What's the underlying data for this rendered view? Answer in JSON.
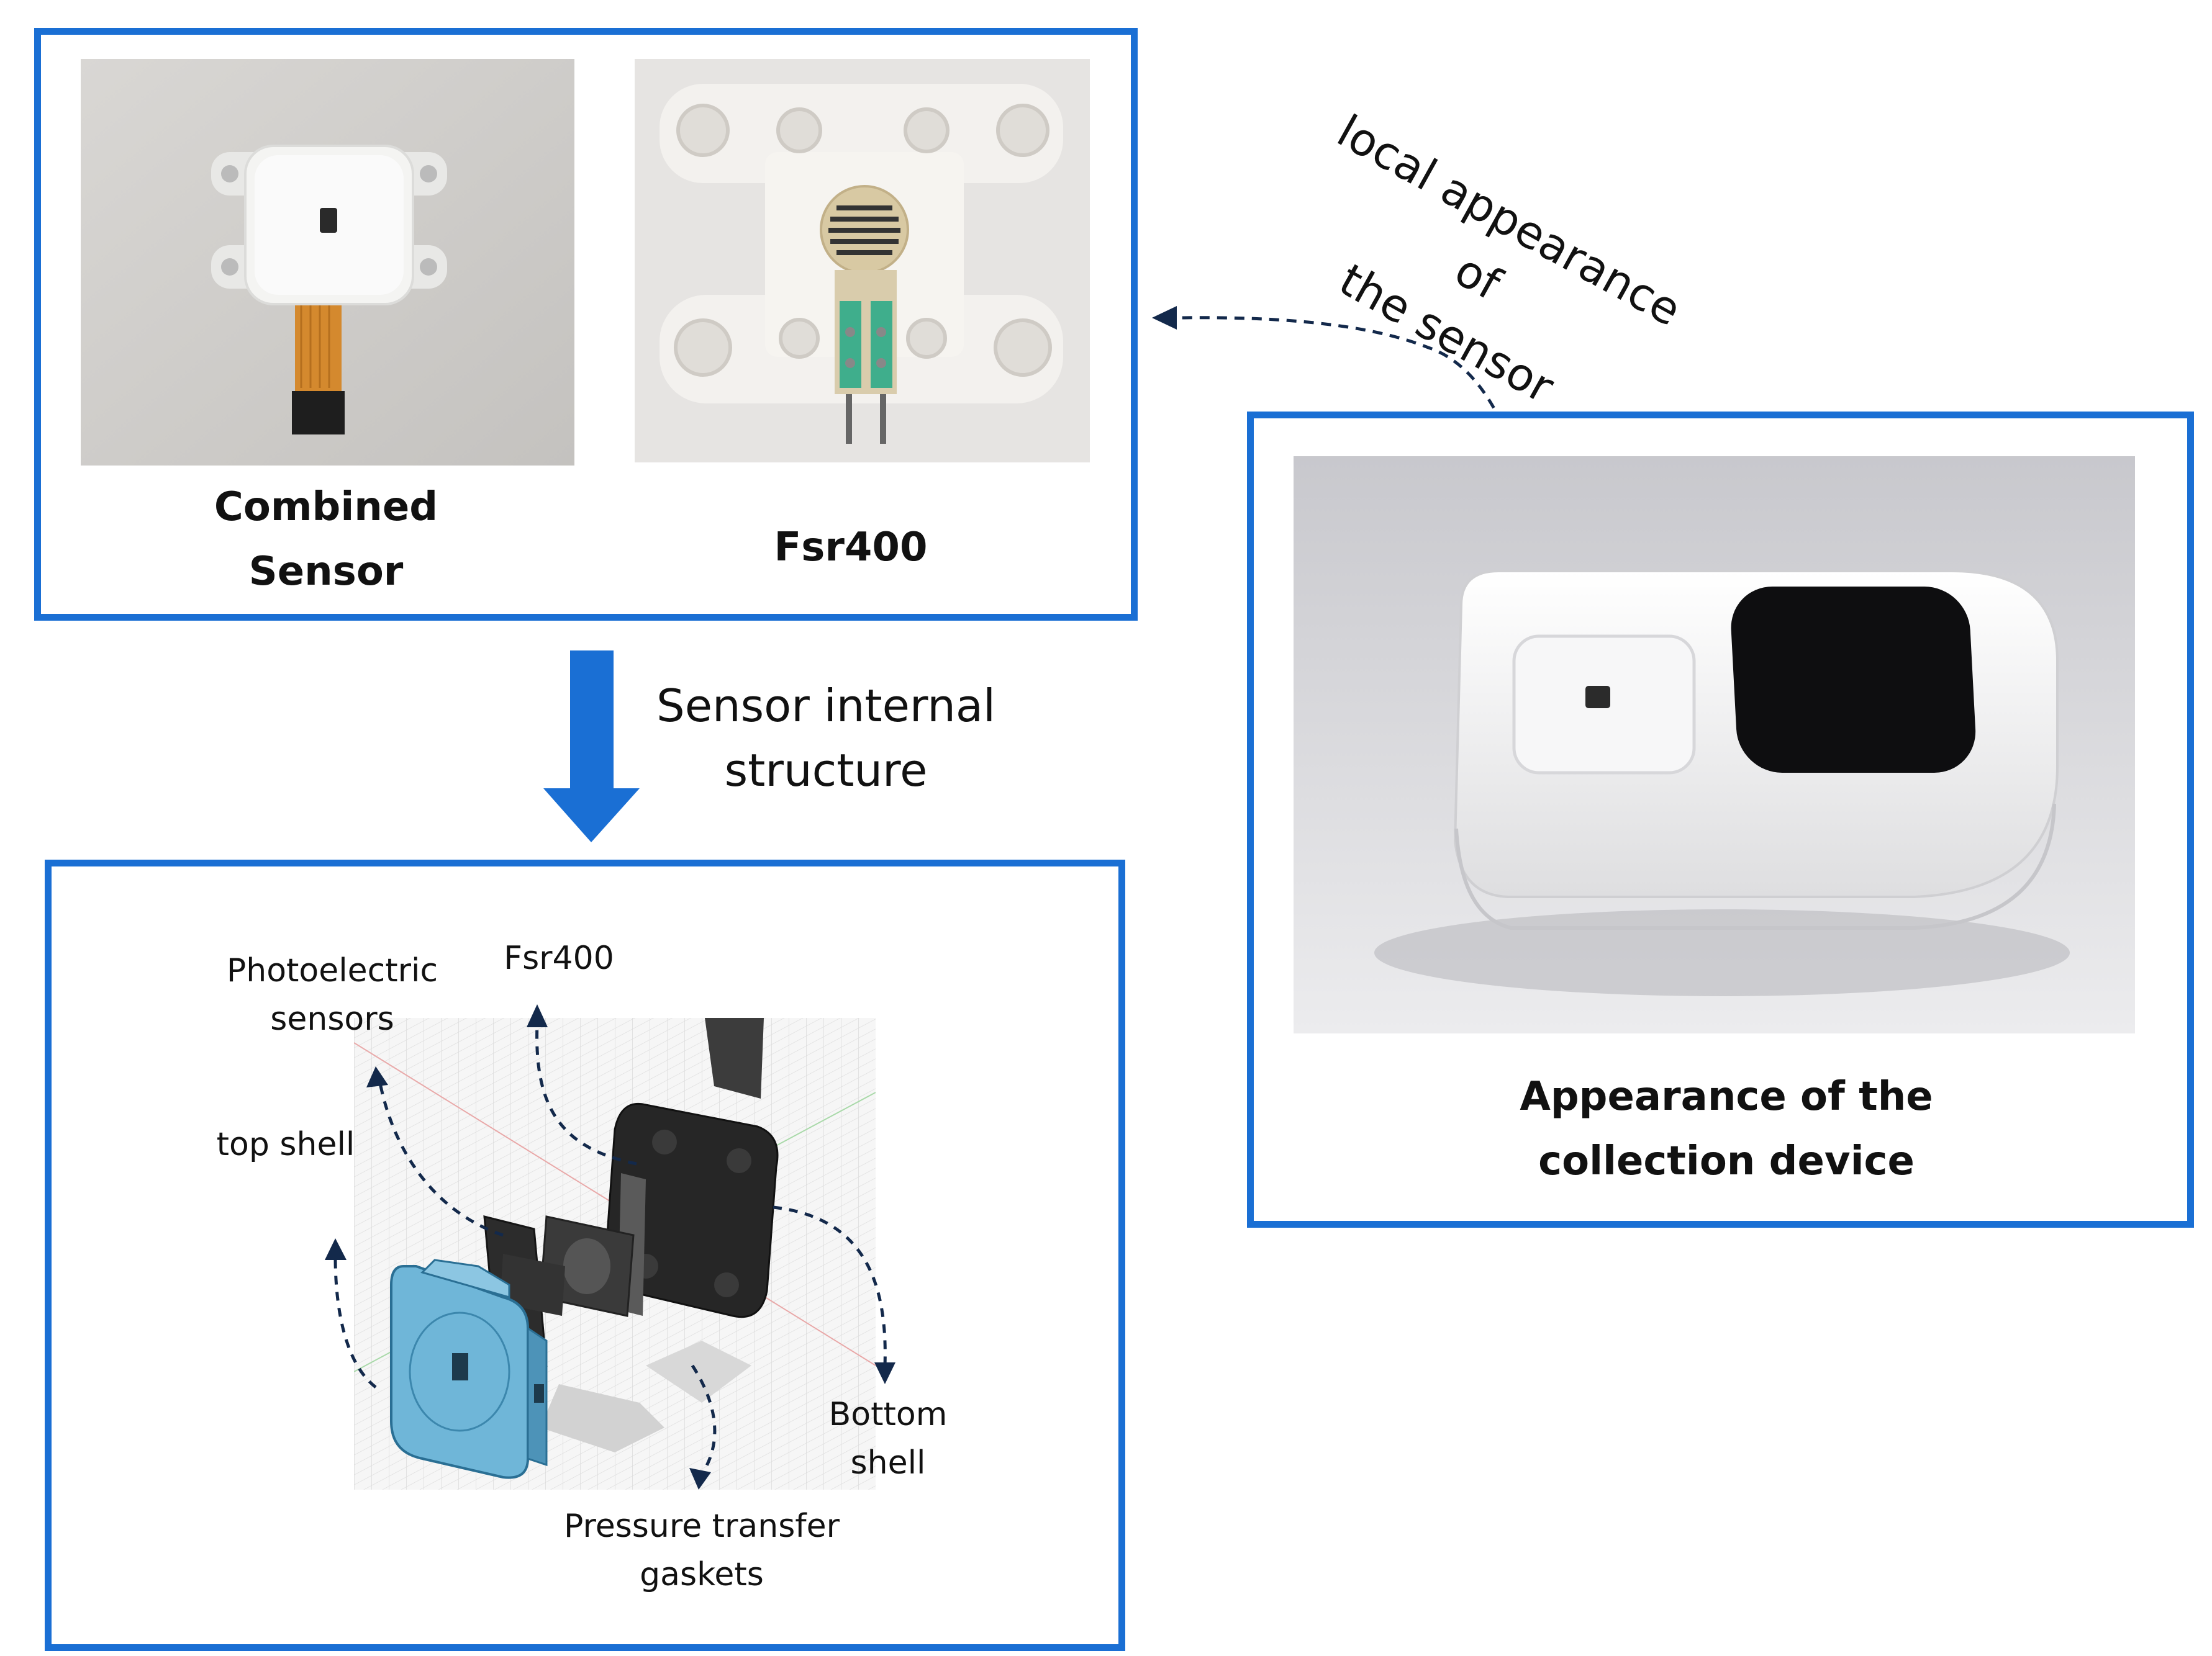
{
  "panels": {
    "sensors": {
      "combined_sensor_caption": [
        "Combined",
        "Sensor"
      ],
      "fsr_caption": "Fsr400"
    },
    "device": {
      "caption": [
        "Appearance of the",
        "collection device"
      ]
    },
    "structure": {
      "labels": {
        "photoelectric": [
          "Photoelectric",
          "sensors"
        ],
        "fsr": "Fsr400",
        "top_shell": "top shell",
        "bottom_shell": [
          "Bottom",
          "shell"
        ],
        "gaskets": [
          "Pressure transfer",
          "gaskets"
        ]
      }
    }
  },
  "annotations": {
    "local_appearance": [
      "local appearance of",
      "the sensor"
    ],
    "internal_structure": [
      "Sensor internal",
      "structure"
    ]
  },
  "colors": {
    "panel_border": "#1a6fd4",
    "arrow": "#1a6fd4",
    "dashed_arrow": "#13294b",
    "shell_blue": "#6fb6d8"
  }
}
